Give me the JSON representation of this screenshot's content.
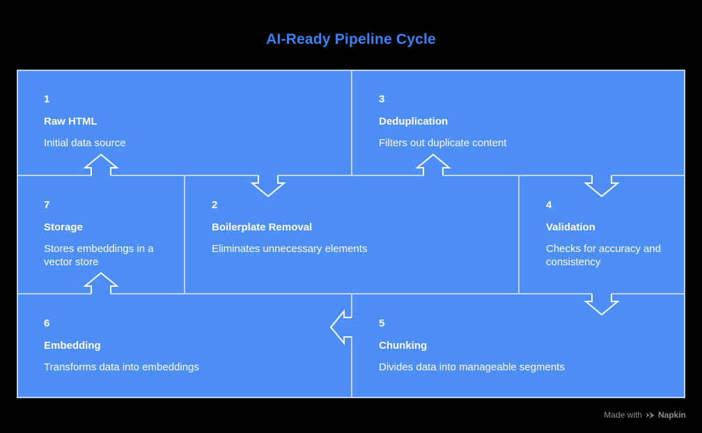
{
  "title": "AI-Ready Pipeline Cycle",
  "colors": {
    "background": "#000000",
    "cell_fill": "#4D8FF7",
    "cell_border": "#BCD3F7",
    "arrow_outline": "#FFFFFF",
    "title_text": "#3C82F5",
    "cell_text": "#FFFFFF",
    "footer_text": "#8E8E8E"
  },
  "steps": [
    {
      "number": "1",
      "title": "Raw HTML",
      "description": "Initial data source"
    },
    {
      "number": "2",
      "title": "Boilerplate Removal",
      "description": "Eliminates unnecessary elements"
    },
    {
      "number": "3",
      "title": "Deduplication",
      "description": "Filters out duplicate content"
    },
    {
      "number": "4",
      "title": "Validation",
      "description": "Checks for accuracy and consistency"
    },
    {
      "number": "5",
      "title": "Chunking",
      "description": "Divides data into manageable segments"
    },
    {
      "number": "6",
      "title": "Embedding",
      "description": "Transforms data into embeddings"
    },
    {
      "number": "7",
      "title": "Storage",
      "description": "Stores embeddings in a vector store"
    }
  ],
  "arrows": [
    {
      "from": "7",
      "to": "1",
      "direction": "up"
    },
    {
      "from": "1",
      "to": "2",
      "direction": "down"
    },
    {
      "from": "2",
      "to": "3",
      "direction": "up"
    },
    {
      "from": "3",
      "to": "4",
      "direction": "down"
    },
    {
      "from": "4",
      "to": "5",
      "direction": "down"
    },
    {
      "from": "5",
      "to": "6",
      "direction": "left"
    },
    {
      "from": "6",
      "to": "7",
      "direction": "up"
    }
  ],
  "footer": {
    "made_with": "Made with",
    "brand": "Napkin",
    "logo_glyph": "≫"
  }
}
